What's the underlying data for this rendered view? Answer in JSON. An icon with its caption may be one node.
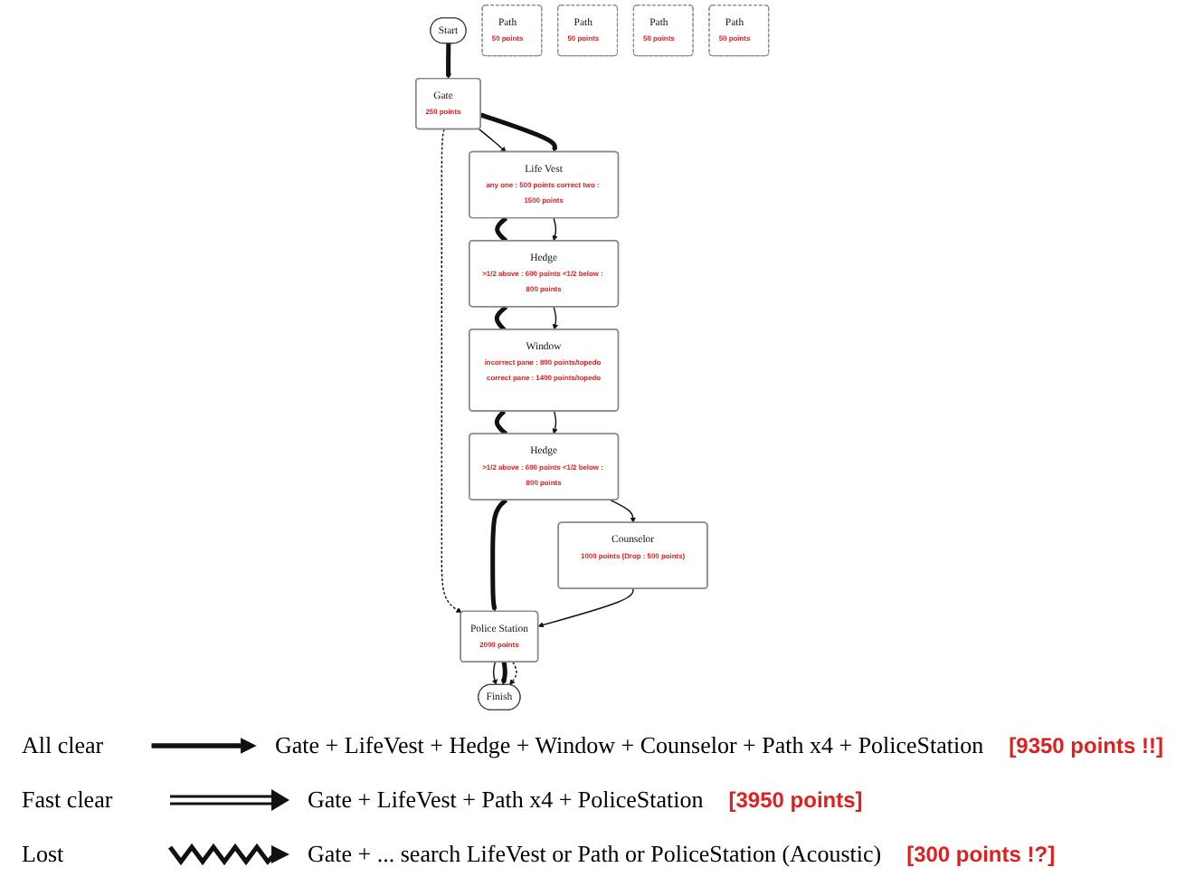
{
  "diagram": {
    "nodes": [
      {
        "text": [
          "Start"
        ]
      },
      {
        "text": [
          "Gate",
          "250 points"
        ]
      },
      {
        "text": [
          "Police Station",
          "2000 points"
        ]
      },
      {
        "text": [
          "Counselor",
          "1000 points (Drop : 500 points)"
        ]
      },
      {
        "text": [
          "Path",
          "50 points"
        ]
      },
      {
        "text": [
          "Finish"
        ]
      },
      {
        "text": [
          "Hedge",
          ">1/2 above : 600 points <1/2 below : 800 points"
        ]
      },
      {
        "text": [
          "Path",
          "50 points"
        ]
      },
      {
        "text": [
          "Life Vest",
          "any one : 500 points correct two : 1500 points"
        ]
      },
      {
        "text": [
          "Hedge",
          ">1/2 above : 600 points <1/2 below : 800 points"
        ]
      },
      {
        "text": [
          "Window",
          "incorrect pane : 800 points/topedo correct pane : 1400 points/topedo"
        ]
      },
      {
        "text": [
          "Path",
          "50 points"
        ]
      },
      {
        "text": [
          "Path",
          "50 points"
        ]
      }
    ],
    "edges": [
      {
        "from": 0,
        "to": 1,
        "arrow": "to",
        "style": "thick"
      },
      {
        "from": 1,
        "to": 8,
        "arrow": "to"
      },
      {
        "from": 1,
        "to": 8,
        "arrow": "to",
        "style": "thick"
      },
      {
        "from": 1,
        "to": 2,
        "arrow": "to",
        "style": "dashed"
      },
      {
        "from": 8,
        "to": 9,
        "arrow": "none",
        "style": "thick"
      },
      {
        "from": 8,
        "to": 9,
        "arrow": "to"
      },
      {
        "from": 9,
        "to": 10,
        "arrow": "none",
        "style": "thick"
      },
      {
        "from": 9,
        "to": 10,
        "arrow": "to"
      },
      {
        "from": 10,
        "to": 6,
        "arrow": "none",
        "style": "thick"
      },
      {
        "from": 10,
        "to": 6,
        "arrow": "to"
      },
      {
        "from": 6,
        "to": 3,
        "arrow": "to"
      },
      {
        "from": 6,
        "to": 2,
        "arrow": "to",
        "style": "thick"
      },
      {
        "from": 3,
        "to": 2,
        "arrow": "to"
      },
      {
        "from": 2,
        "to": 5,
        "arrow": "to"
      },
      {
        "from": 2,
        "to": 5,
        "arrow": "to",
        "style": "thick"
      },
      {
        "from": 2,
        "to": 5,
        "arrow": "to",
        "style": "dashed"
      }
    ],
    "labels": [
      "Gate + LifeVest + Hedge + Window + Counselor + Path x4 + PoliceStation",
      "[9350 points !!]",
      "Gate + LifeVest + Path x4 + PoliceStation",
      "[3950 points]",
      "Gate + ... search LifeVest or Path or PoliceStation (Acoustic)",
      "[300 points !?]"
    ],
    "legend": [
      {
        "text": "All clear"
      },
      {
        "text": "Fast clear"
      },
      {
        "text": "Lost"
      }
    ]
  }
}
